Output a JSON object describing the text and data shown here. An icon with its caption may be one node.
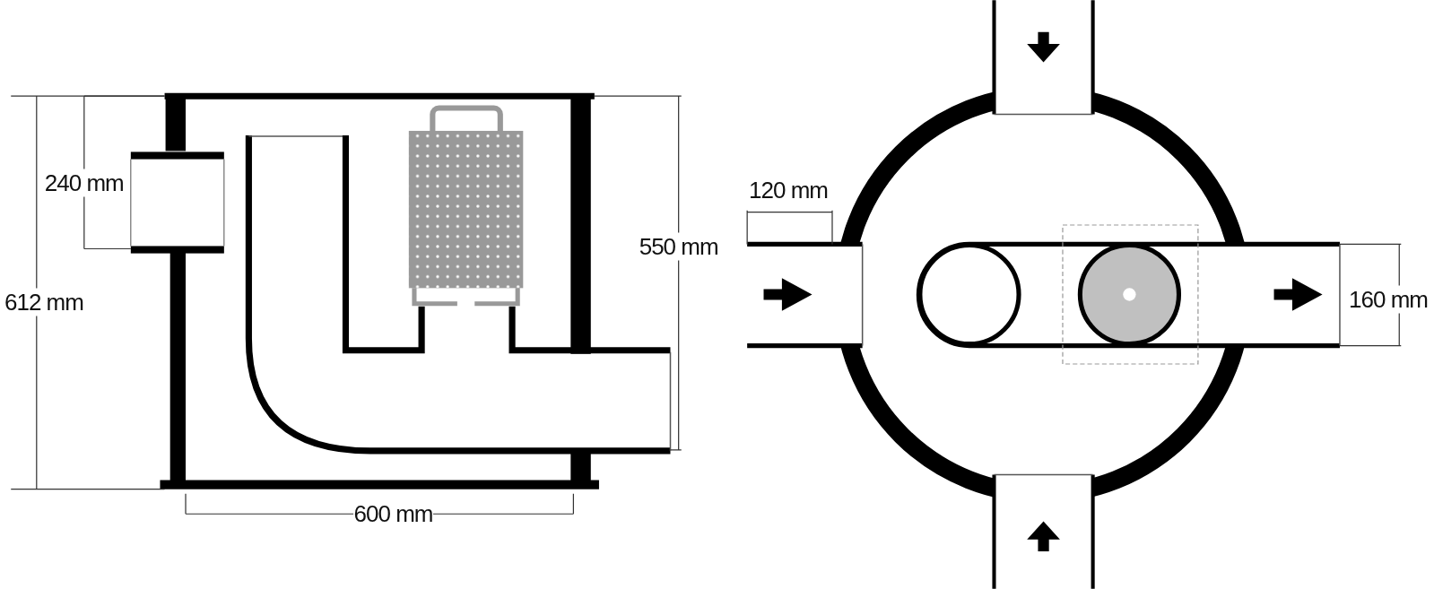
{
  "diagram": {
    "labels": [
      "240 mm",
      "612 mm",
      "550 mm",
      "600 mm",
      "120 mm",
      "160 mm"
    ]
  }
}
